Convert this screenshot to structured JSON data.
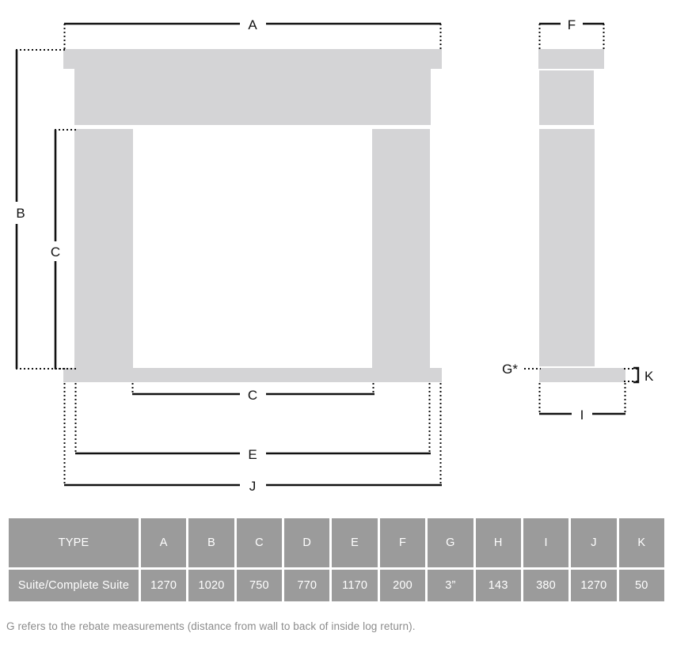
{
  "diagram": {
    "title": "Fireplace suite dimension drawing",
    "colors": {
      "fill": "#d4d4d6",
      "line": "#111111",
      "table_cell": "#9b9b9b",
      "table_text": "#ffffff",
      "caption_text": "#8c8c8c"
    },
    "front_view": {
      "labels": {
        "a": "A",
        "b": "B",
        "c_left": "C",
        "c_bottom": "C",
        "e": "E",
        "j": "J"
      }
    },
    "side_view": {
      "labels": {
        "f": "F",
        "g": "G*",
        "i": "I",
        "k": "K"
      }
    }
  },
  "table": {
    "headers": [
      "TYPE",
      "A",
      "B",
      "C",
      "D",
      "E",
      "F",
      "G",
      "H",
      "I",
      "J",
      "K"
    ],
    "rows": [
      {
        "type": "Suite/Complete Suite",
        "values": [
          "1270",
          "1020",
          "750",
          "770",
          "1170",
          "200",
          "3”",
          "143",
          "380",
          "1270",
          "50"
        ]
      }
    ]
  },
  "caption": {
    "text": "G refers to the rebate measurements (distance from wall to back of inside log return)."
  }
}
